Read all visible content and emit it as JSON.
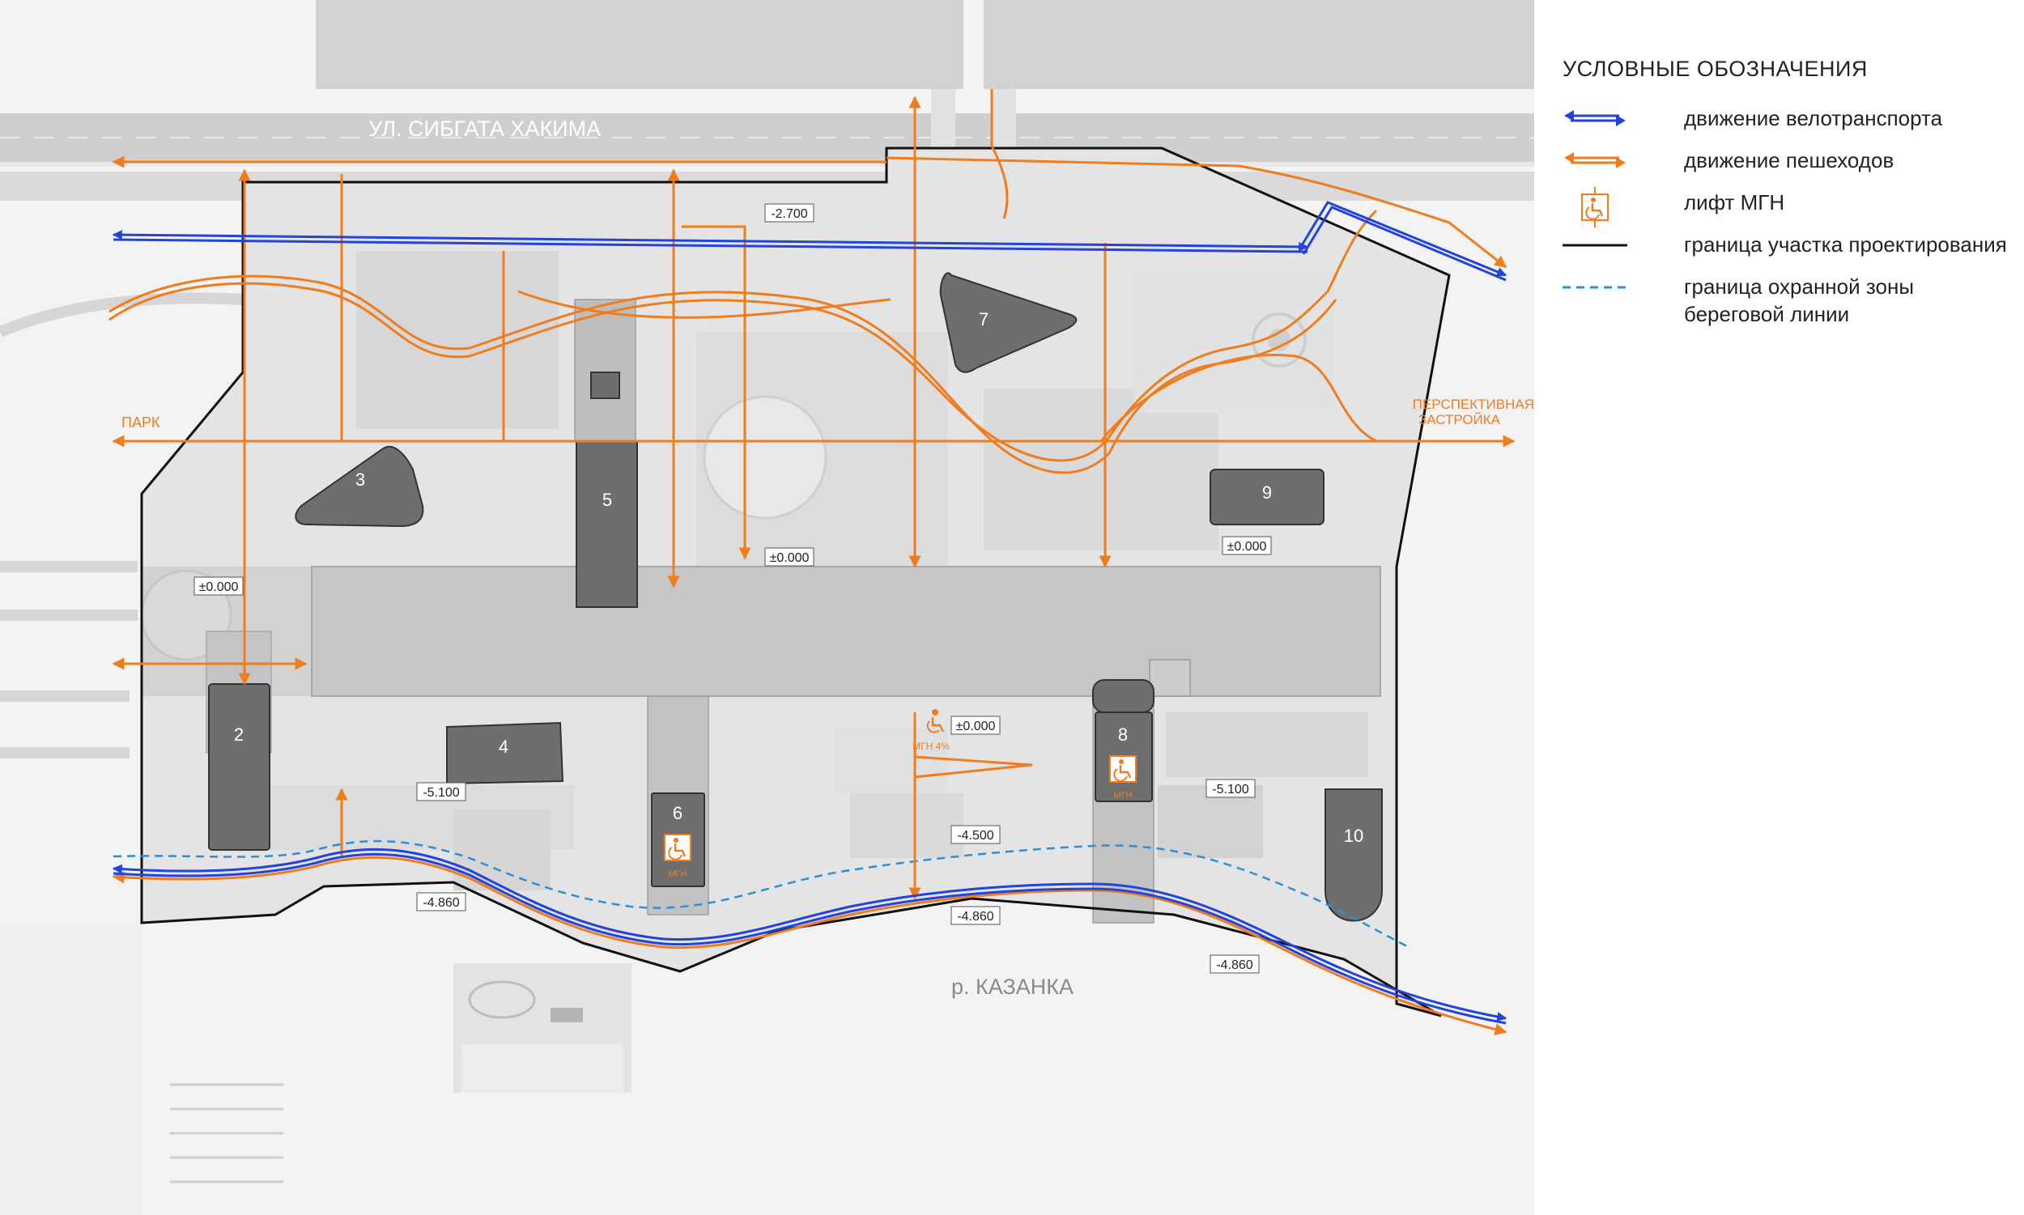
{
  "colors": {
    "cycling": "#2244dd",
    "pedestrian": "#f07d1d",
    "boundary": "#111111",
    "protection_zone": "#2a90d8",
    "building": "#6e6e6e",
    "podium": "#c6c6c6",
    "ground": "#dcdcdc"
  },
  "labels": {
    "street": "УЛ. СИБГАТА ХАКИМА",
    "park": "ПАРК",
    "future_dev_1": "ПЕРСПЕКТИВНАЯ",
    "future_dev_2": "ЗАСТРОЙКА",
    "river": "р. КАЗАНКА"
  },
  "buildings": [
    "2",
    "3",
    "4",
    "5",
    "6",
    "7",
    "8",
    "9",
    "10"
  ],
  "elevations": {
    "e1": "-2.700",
    "e2": "±0.000",
    "e3": "±0.000",
    "e4": "±0.000",
    "e5": "±0.000",
    "e6": "-5.100",
    "e7": "-5.100",
    "e8": "-4.500",
    "e9": "-4.860",
    "e10": "-4.860",
    "e11": "-4.860"
  },
  "mgn": {
    "label": "МГН",
    "ramp_label": "МГН 4%",
    "icon": "wheelchair-icon"
  },
  "legend": {
    "title": "УСЛОВНЫЕ ОБОЗНАЧЕНИЯ",
    "items": [
      {
        "icon": "double-arrow-blue-icon",
        "text": "движение велотранспорта"
      },
      {
        "icon": "double-arrow-orange-icon",
        "text": "движение пешеходов"
      },
      {
        "icon": "wheelchair-lift-icon",
        "text": "лифт МГН"
      },
      {
        "icon": "solid-black-line-icon",
        "text": "граница участка проектирования"
      },
      {
        "icon": "dashed-blue-line-icon",
        "text_1": "граница охранной зоны",
        "text_2": "береговой линии"
      }
    ]
  }
}
